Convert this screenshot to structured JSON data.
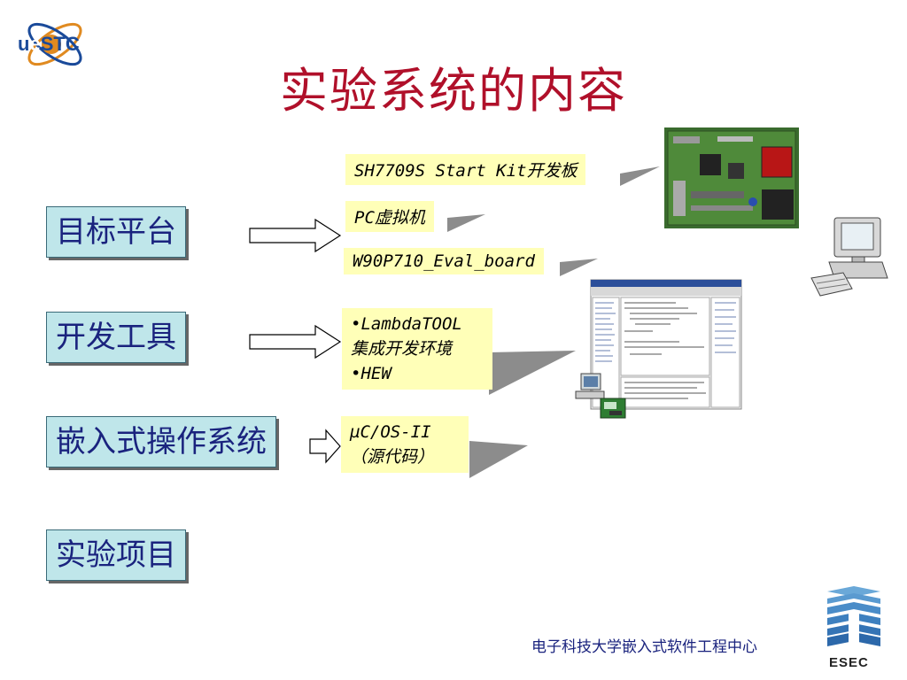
{
  "logo": {
    "text_u": "u",
    "text_e": "e",
    "text_stc": "STC"
  },
  "title": "实验系统的内容",
  "categories": [
    {
      "label": "目标平台"
    },
    {
      "label": "开发工具"
    },
    {
      "label": "嵌入式操作系统"
    },
    {
      "label": "实验项目"
    }
  ],
  "notes": {
    "sh7709": "SH7709S Start Kit开发板",
    "pc_vm": "PC虚拟机",
    "w90p": "W90P710_Eval_board",
    "tools_line1": "•LambdaTOOL",
    "tools_line2": "集成开发环境",
    "tools_line3": "•HEW",
    "os_line1": "µC/OS-II",
    "os_line2": "（源代码）"
  },
  "footer": {
    "org": "电子科技大学嵌入式软件工程中心",
    "esec": "ESEC"
  },
  "colors": {
    "title": "#b0102a",
    "category_bg": "#bfe6ea",
    "category_text": "#1a237e",
    "note_bg": "#ffffb8"
  }
}
